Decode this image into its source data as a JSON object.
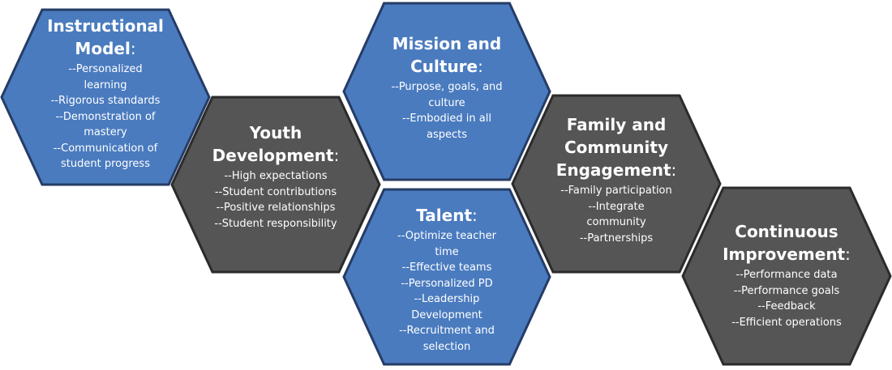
{
  "colors": {
    "blue_fill": "#4a7bbf",
    "blue_edge": "#253c66",
    "gray_fill": "#555555",
    "gray_edge": "#2b2b2b",
    "text": "#ffffff"
  },
  "hexagons": [
    {
      "id": "instructional-model",
      "color": "blue",
      "title": "Instructional\nModel",
      "items": [
        "--Personalized\nlearning",
        "--Rigorous standards",
        "--Demonstration of\nmastery",
        "--Communication of\nstudent progress"
      ]
    },
    {
      "id": "youth-development",
      "color": "gray",
      "title": "Youth\nDevelopment",
      "items": [
        "--High expectations",
        "--Student contributions",
        "--Positive relationships",
        "--Student responsibility"
      ]
    },
    {
      "id": "mission-and-culture",
      "color": "blue",
      "title": "Mission and\nCulture",
      "items": [
        "--Purpose, goals, and\nculture",
        "--Embodied in all\naspects"
      ]
    },
    {
      "id": "talent",
      "color": "blue",
      "title": "Talent",
      "items": [
        "--Optimize teacher\ntime",
        "--Effective teams",
        "--Personalized PD",
        "--Leadership\nDevelopment",
        "--Recruitment and\nselection"
      ]
    },
    {
      "id": "family-and-community-engagement",
      "color": "gray",
      "title": "Family and\nCommunity\nEngagement",
      "items": [
        "--Family participation",
        "--Integrate\ncommunity",
        "--Partnerships"
      ]
    },
    {
      "id": "continuous-improvement",
      "color": "gray",
      "title": "Continuous\nImprovement",
      "items": [
        "--Performance data",
        "--Performance goals",
        "--Feedback",
        "--Efficient operations"
      ]
    }
  ]
}
